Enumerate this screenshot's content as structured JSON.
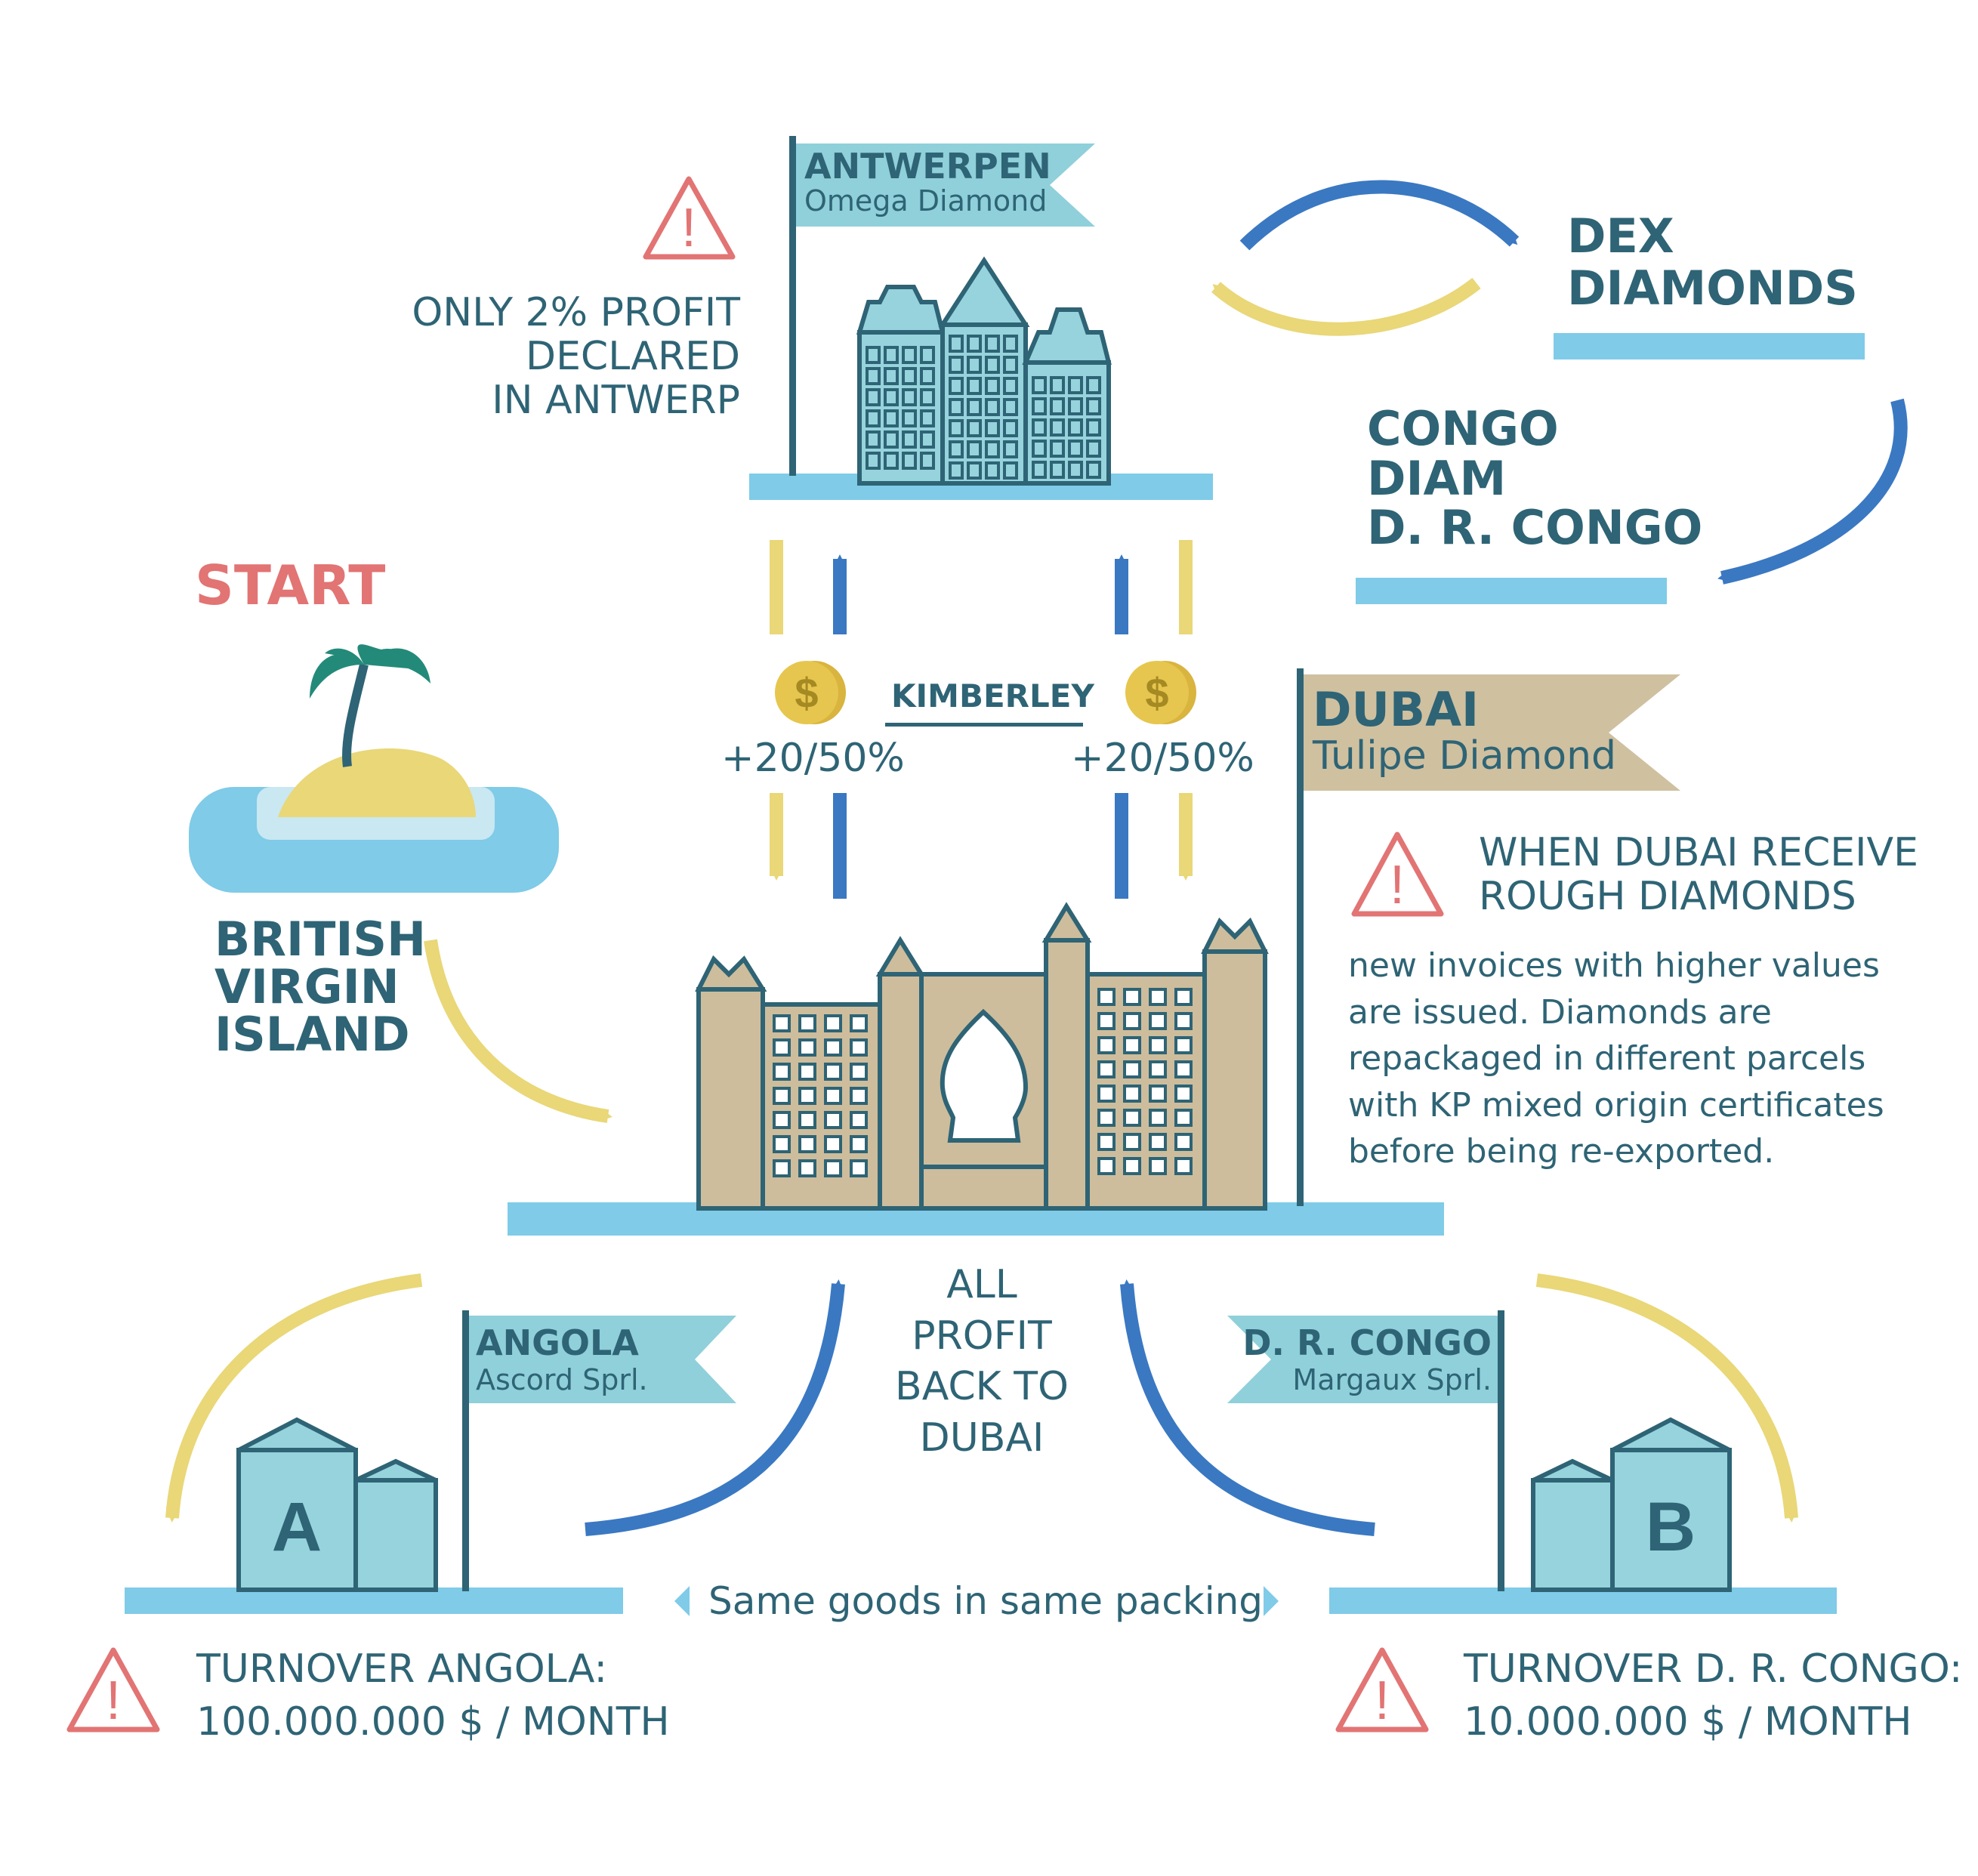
{
  "start_label": "START",
  "bvi": [
    "BRITISH",
    "VIRGIN",
    "ISLAND"
  ],
  "antwerpen": {
    "name": "ANTWERPEN",
    "company": "Omega Diamond"
  },
  "antwerp_warning": [
    "ONLY 2% PROFIT",
    "DECLARED",
    "IN ANTWERP"
  ],
  "dex": [
    "DEX",
    "DIAMONDS"
  ],
  "congo_diam": [
    "CONGO",
    "DIAM",
    "D. R. CONGO"
  ],
  "kimberley": "KIMBERLEY",
  "markup_left": "+20/50%",
  "markup_right": "+20/50%",
  "dubai": {
    "name": "DUBAI",
    "company": "Tulipe Diamond"
  },
  "dubai_warning": [
    "WHEN DUBAI RECEIVE",
    "ROUGH DIAMONDS"
  ],
  "dubai_text": [
    "new invoices with higher values",
    "are issued. Diamonds are",
    "repackaged in different parcels",
    "with KP mixed origin certificates",
    "before being re-exported."
  ],
  "all_profit": [
    "ALL",
    "PROFIT",
    "BACK TO",
    "DUBAI"
  ],
  "angola": {
    "name": "ANGOLA",
    "company": "Ascord Sprl.",
    "building_letter": "A"
  },
  "drcongo": {
    "name": "D. R. CONGO",
    "company": "Margaux Sprl.",
    "building_letter": "B"
  },
  "same_goods": "Same goods in same packing",
  "turnover_angola": [
    "TURNOVER ANGOLA:",
    "100.000.000 $ / MONTH"
  ],
  "turnover_drc": [
    "TURNOVER D. R. CONGO:",
    "10.000.000 $ / MONTH"
  ],
  "coin_symbol": "$",
  "warning_symbol": "!",
  "colors": {
    "teal_text": "#2e6475",
    "red": "#e27474",
    "light_blue": "#7fcbe8",
    "flag_teal": "#8fd0da",
    "flag_tan": "#cfc0a0",
    "building_teal": "#96d3dc",
    "building_tan": "#cdbd9c",
    "dark_blue_arrow": "#3a78c2",
    "yellow_arrow": "#e9d778",
    "coin": "#e6c64e"
  },
  "icons": [
    "warning-icon",
    "coin-icon",
    "palm-tree-icon",
    "island-icon",
    "flag-icon",
    "building-icon",
    "arrow-icon"
  ]
}
